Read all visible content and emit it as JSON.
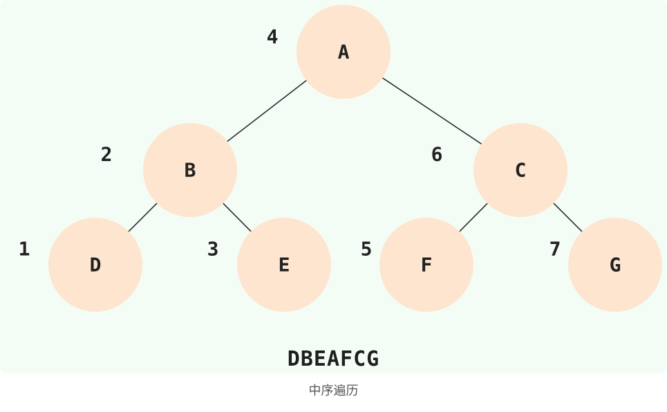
{
  "tree": {
    "nodes": [
      {
        "id": "A",
        "label": "A",
        "order": "4"
      },
      {
        "id": "B",
        "label": "B",
        "order": "2"
      },
      {
        "id": "C",
        "label": "C",
        "order": "6"
      },
      {
        "id": "D",
        "label": "D",
        "order": "1"
      },
      {
        "id": "E",
        "label": "E",
        "order": "3"
      },
      {
        "id": "F",
        "label": "F",
        "order": "5"
      },
      {
        "id": "G",
        "label": "G",
        "order": "7"
      }
    ],
    "edges": [
      [
        "A",
        "B"
      ],
      [
        "A",
        "C"
      ],
      [
        "B",
        "D"
      ],
      [
        "B",
        "E"
      ],
      [
        "C",
        "F"
      ],
      [
        "C",
        "G"
      ]
    ],
    "sequence": "DBEAFCG"
  },
  "caption": "中序遍历",
  "colors": {
    "node_fill": "#fde5d0",
    "panel_background": "#f4fdf5",
    "edge": "#2a2a2a"
  }
}
